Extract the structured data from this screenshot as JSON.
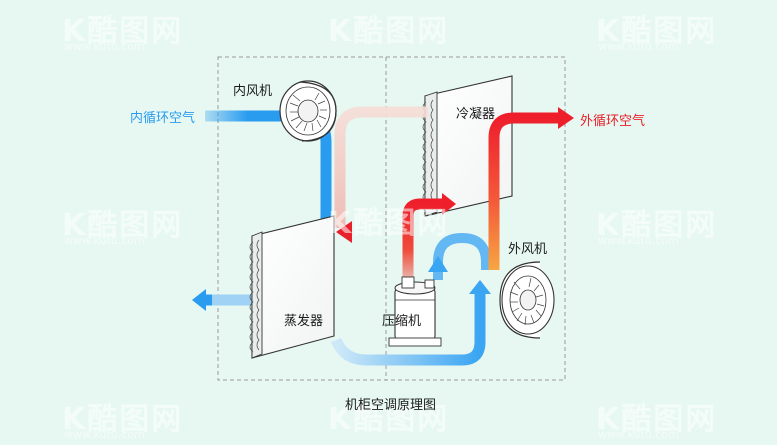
{
  "labels": {
    "inner_fan": "内风机",
    "inner_air": "内循环空气",
    "condenser": "冷凝器",
    "outer_air": "外循环空气",
    "outer_fan": "外风机",
    "evaporator": "蒸发器",
    "compressor": "压缩机",
    "caption": "机柜空调原理图"
  },
  "watermark": {
    "text": "K酷图网",
    "sub": "www.kutu.com"
  },
  "colors": {
    "background": "#e6f8f1",
    "cold": "#2a9cf0",
    "hot": "#ee1f2b",
    "warm": "#f7b46a",
    "dashed_border": "#9a9a9a"
  }
}
